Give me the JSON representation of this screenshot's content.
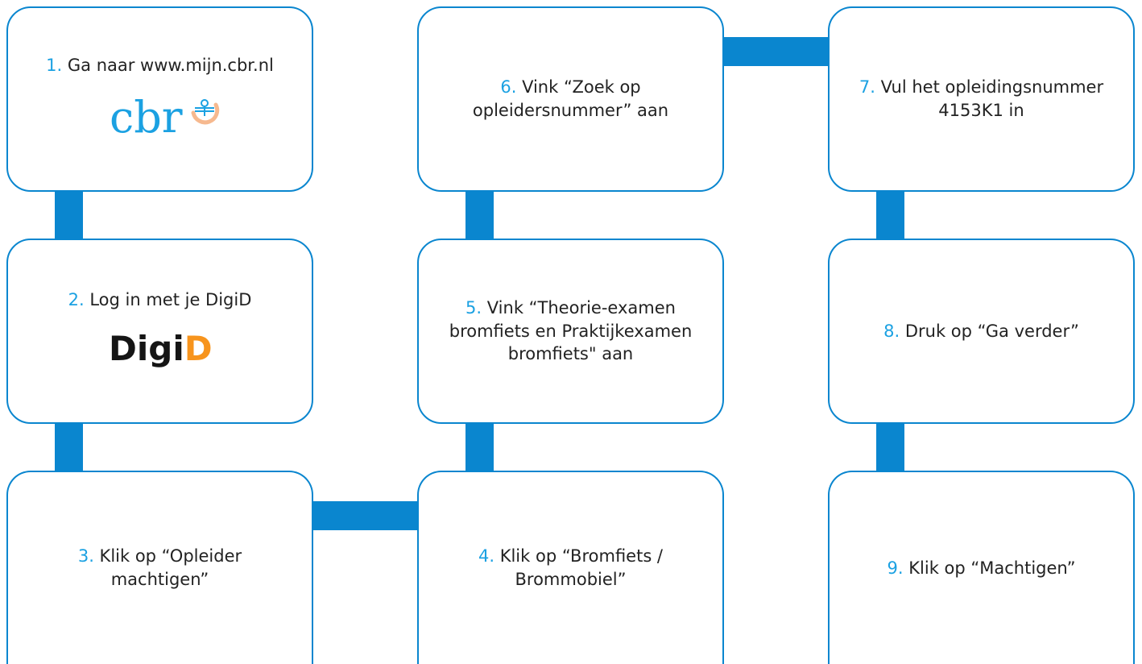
{
  "colors": {
    "accent": "#0a86cf",
    "number": "#1ba1e2",
    "text": "#222222",
    "digid_orange": "#f7941d"
  },
  "steps": [
    {
      "num": "1.",
      "text": " Ga naar www.mijn.cbr.nl",
      "logo": "cbr-logo"
    },
    {
      "num": "2.",
      "text": " Log in met je DigiD",
      "logo": "digid-logo"
    },
    {
      "num": "3.",
      "text": " Klik op “Opleider machtigen”"
    },
    {
      "num": "4.",
      "text": " Klik op “Bromfiets / Brommobiel”"
    },
    {
      "num": "5.",
      "text": " Vink “Theorie-examen bromfiets en Praktijkexamen bromfiets\" aan"
    },
    {
      "num": "6.",
      "text": " Vink “Zoek op opleidersnummer” aan"
    },
    {
      "num": "7.",
      "text": " Vul het opleidingsnummer 4153K1 in"
    },
    {
      "num": "8.",
      "text": " Druk op “Ga verder”"
    },
    {
      "num": "9.",
      "text": " Klik op “Machtigen”"
    }
  ],
  "logos": {
    "cbr": "cbr",
    "digid": {
      "part1": "Digi",
      "part2": "D"
    }
  }
}
